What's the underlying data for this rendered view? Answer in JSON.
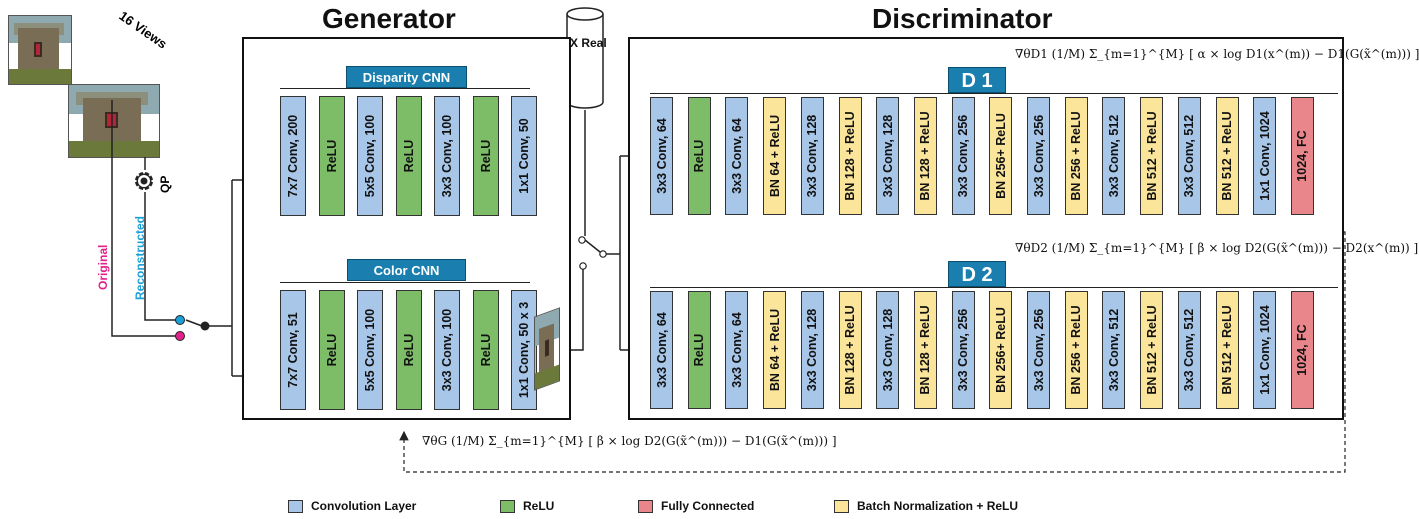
{
  "titles": {
    "generator": "Generator",
    "discriminator": "Discriminator"
  },
  "inputs": {
    "views": "16 Views",
    "qp": "QP",
    "original": "Original",
    "reconstructed": "Reconstructed",
    "x_real": "X Real"
  },
  "generator": {
    "disparity_cnn": {
      "label": "Disparity CNN",
      "layers": [
        {
          "text": "7x7 Conv, 200",
          "kind": "conv"
        },
        {
          "text": "ReLU",
          "kind": "relu"
        },
        {
          "text": "5x5 Conv, 100",
          "kind": "conv"
        },
        {
          "text": "ReLU",
          "kind": "relu"
        },
        {
          "text": "3x3 Conv, 100",
          "kind": "conv"
        },
        {
          "text": "ReLU",
          "kind": "relu"
        },
        {
          "text": "1x1 Conv, 50",
          "kind": "conv"
        }
      ]
    },
    "color_cnn": {
      "label": "Color CNN",
      "layers": [
        {
          "text": "7x7 Conv, 51",
          "kind": "conv"
        },
        {
          "text": "ReLU",
          "kind": "relu"
        },
        {
          "text": "5x5 Conv, 100",
          "kind": "conv"
        },
        {
          "text": "ReLU",
          "kind": "relu"
        },
        {
          "text": "3x3 Conv, 100",
          "kind": "conv"
        },
        {
          "text": "ReLU",
          "kind": "relu"
        },
        {
          "text": "1x1 Conv, 50 x 3",
          "kind": "conv"
        }
      ]
    }
  },
  "discriminator": {
    "d1": {
      "label": "D 1",
      "layers": [
        {
          "text": "3x3 Conv, 64",
          "kind": "conv"
        },
        {
          "text": "ReLU",
          "kind": "relu"
        },
        {
          "text": "3x3 Conv, 64",
          "kind": "conv"
        },
        {
          "text": "BN 64 + ReLU",
          "kind": "bn"
        },
        {
          "text": "3x3 Conv, 128",
          "kind": "conv"
        },
        {
          "text": "BN 128 + ReLU",
          "kind": "bn"
        },
        {
          "text": "3x3 Conv, 128",
          "kind": "conv"
        },
        {
          "text": "BN 128 + ReLU",
          "kind": "bn"
        },
        {
          "text": "3x3 Conv, 256",
          "kind": "conv"
        },
        {
          "text": "BN 256+ ReLU",
          "kind": "bn"
        },
        {
          "text": "3x3 Conv, 256",
          "kind": "conv"
        },
        {
          "text": "BN 256 + ReLU",
          "kind": "bn"
        },
        {
          "text": "3x3 Conv, 512",
          "kind": "conv"
        },
        {
          "text": "BN 512 + ReLU",
          "kind": "bn"
        },
        {
          "text": "3x3 Conv, 512",
          "kind": "conv"
        },
        {
          "text": "BN 512 + ReLU",
          "kind": "bn"
        },
        {
          "text": "1x1 Conv, 1024",
          "kind": "conv"
        },
        {
          "text": "1024, FC",
          "kind": "fc"
        }
      ]
    },
    "d2": {
      "label": "D 2",
      "layers": [
        {
          "text": "3x3 Conv, 64",
          "kind": "conv"
        },
        {
          "text": "ReLU",
          "kind": "relu"
        },
        {
          "text": "3x3 Conv, 64",
          "kind": "conv"
        },
        {
          "text": "BN 64 + ReLU",
          "kind": "bn"
        },
        {
          "text": "3x3 Conv, 128",
          "kind": "conv"
        },
        {
          "text": "BN 128 + ReLU",
          "kind": "bn"
        },
        {
          "text": "3x3 Conv, 128",
          "kind": "conv"
        },
        {
          "text": "BN 128 + ReLU",
          "kind": "bn"
        },
        {
          "text": "3x3 Conv, 256",
          "kind": "conv"
        },
        {
          "text": "BN 256+ ReLU",
          "kind": "bn"
        },
        {
          "text": "3x3 Conv, 256",
          "kind": "conv"
        },
        {
          "text": "BN 256 + ReLU",
          "kind": "bn"
        },
        {
          "text": "3x3 Conv, 512",
          "kind": "conv"
        },
        {
          "text": "BN 512 + ReLU",
          "kind": "bn"
        },
        {
          "text": "3x3 Conv, 512",
          "kind": "conv"
        },
        {
          "text": "BN 512 + ReLU",
          "kind": "bn"
        },
        {
          "text": "1x1 Conv, 1024",
          "kind": "conv"
        },
        {
          "text": "1024, FC",
          "kind": "fc"
        }
      ]
    }
  },
  "formulas": {
    "d1": "∇θD1 (1/M) Σ_{m=1}^{M} [ α × log D1(x^(m)) − D1(G(x̃^(m))) ]",
    "d2": "∇θD2 (1/M) Σ_{m=1}^{M} [ β × log D2(G(x̃^(m))) − D2(x^(m)) ]",
    "g": "∇θG (1/M) Σ_{m=1}^{M} [ β × log D2(G(x̃^(m))) − D1(G(x̃^(m))) ]"
  },
  "legend": [
    {
      "label": "Convolution Layer",
      "color": "#a7c6e8"
    },
    {
      "label": "ReLU",
      "color": "#7dbd68"
    },
    {
      "label": "Fully Connected",
      "color": "#e8868b"
    },
    {
      "label": "Batch Normalization + ReLU",
      "color": "#fbe59b"
    }
  ],
  "colors": {
    "conv": "#a7c6e8",
    "relu": "#7dbd68",
    "fc": "#e8868b",
    "bn": "#fbe59b",
    "header": "#1a7fae",
    "original": "#e0228a",
    "reconstructed": "#1aa0d8"
  }
}
